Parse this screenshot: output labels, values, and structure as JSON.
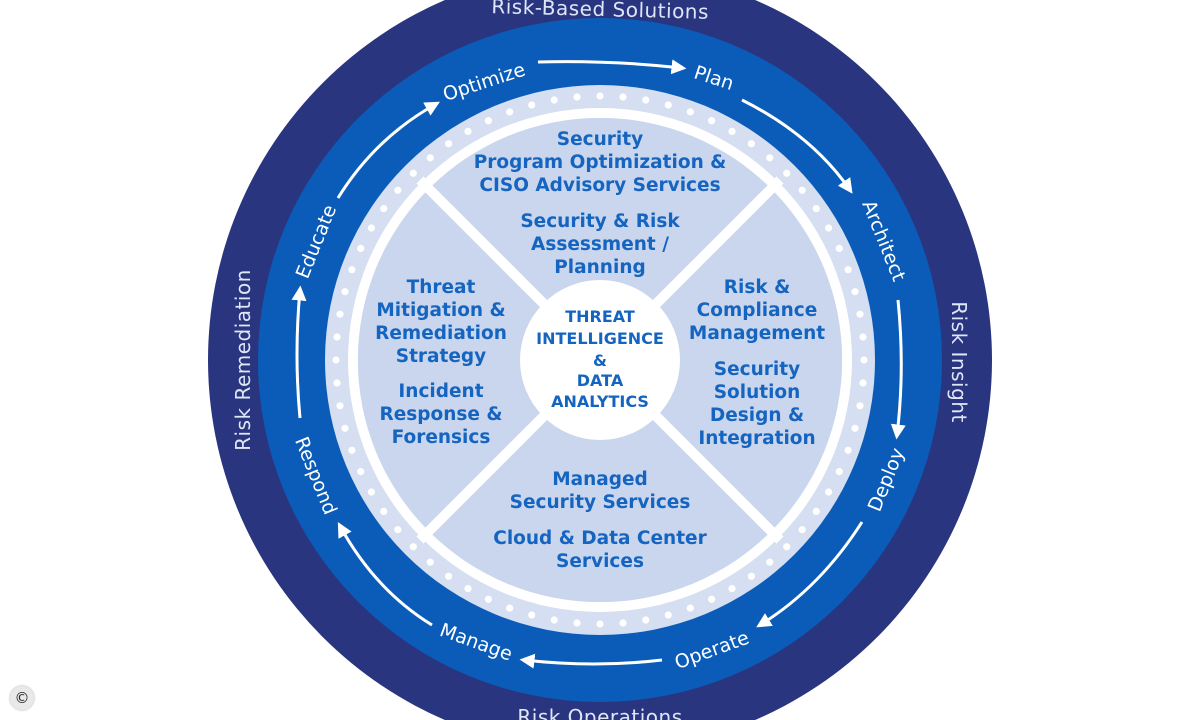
{
  "outer_ring": {
    "labels": {
      "top": "Risk-Based Solutions",
      "right": "Risk Insight",
      "bottom": "Risk Operations",
      "left": "Risk Remediation"
    }
  },
  "lifecycle": {
    "stages": {
      "plan": "Plan",
      "architect": "Architect",
      "deploy": "Deploy",
      "operate": "Operate",
      "manage": "Manage",
      "respond": "Respond",
      "educate": "Educate",
      "optimize": "Optimize"
    }
  },
  "quadrants": {
    "top": {
      "lines": [
        "Security",
        "Program Optimization &",
        "CISO Advisory Services",
        "Security & Risk",
        "Assessment /",
        "Planning"
      ]
    },
    "right": {
      "lines": [
        "Risk &",
        "Compliance",
        "Management",
        "Security",
        "Solution",
        "Design &",
        "Integration"
      ]
    },
    "bottom": {
      "lines": [
        "Managed",
        "Security Services",
        "Cloud & Data Center",
        "Services"
      ]
    },
    "left": {
      "lines": [
        "Threat",
        "Mitigation &",
        "Remediation",
        "Strategy",
        "Incident",
        "Response &",
        "Forensics"
      ]
    }
  },
  "center": {
    "lines": [
      "THREAT",
      "INTELLIGENCE",
      "&",
      "DATA",
      "ANALYTICS"
    ]
  },
  "footer": {
    "copyright_symbol": "©"
  },
  "colors": {
    "outer_ring": "#2a3580",
    "middle_ring": "#0a5cb8",
    "light_ring": "#d5dff1",
    "quadrant_fill": "#c9d6ee",
    "text_blue": "#1565c0"
  }
}
